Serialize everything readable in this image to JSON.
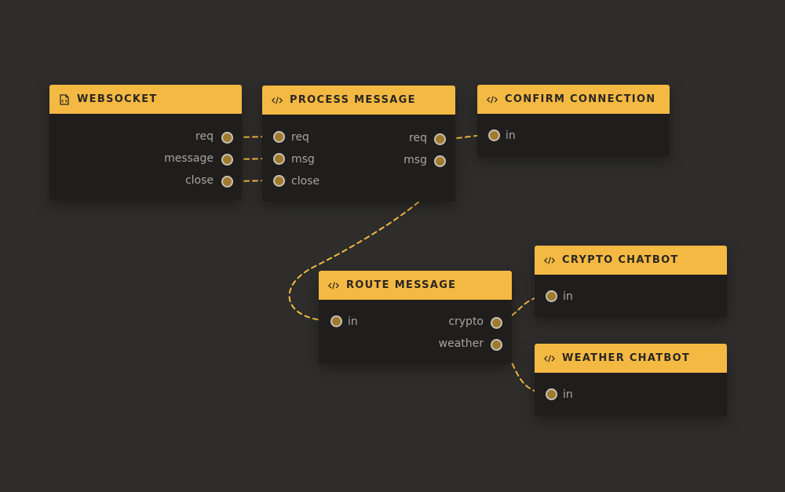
{
  "theme": {
    "canvas_bg": "#2e2d2c",
    "node_bg": "#1f1e1d",
    "header_bg": "#f4b942",
    "wire_color": "#f4b942",
    "port_fill": "#a07a2e"
  },
  "nodes": {
    "websocket": {
      "title": "WEBSOCKET",
      "icon": "file-code-icon",
      "outputs": [
        "req",
        "message",
        "close"
      ]
    },
    "process_message": {
      "title": "PROCESS MESSAGE",
      "icon": "code-icon",
      "inputs": [
        "req",
        "msg",
        "close"
      ],
      "outputs": [
        "req",
        "msg"
      ]
    },
    "confirm_connection": {
      "title": "CONFIRM CONNECTION",
      "icon": "code-icon",
      "inputs": [
        "in"
      ]
    },
    "route_message": {
      "title": "ROUTE MESSAGE",
      "icon": "code-icon",
      "inputs": [
        "in"
      ],
      "outputs": [
        "crypto",
        "weather"
      ]
    },
    "crypto_chatbot": {
      "title": "CRYPTO CHATBOT",
      "icon": "code-icon",
      "inputs": [
        "in"
      ]
    },
    "weather_chatbot": {
      "title": "WEATHER CHATBOT",
      "icon": "code-icon",
      "inputs": [
        "in"
      ]
    }
  },
  "connections": [
    {
      "from": "websocket.req",
      "to": "process_message.req"
    },
    {
      "from": "websocket.message",
      "to": "process_message.msg"
    },
    {
      "from": "websocket.close",
      "to": "process_message.close"
    },
    {
      "from": "process_message.req",
      "to": "confirm_connection.in"
    },
    {
      "from": "process_message.msg",
      "to": "route_message.in"
    },
    {
      "from": "route_message.crypto",
      "to": "crypto_chatbot.in"
    },
    {
      "from": "route_message.weather",
      "to": "weather_chatbot.in"
    }
  ]
}
